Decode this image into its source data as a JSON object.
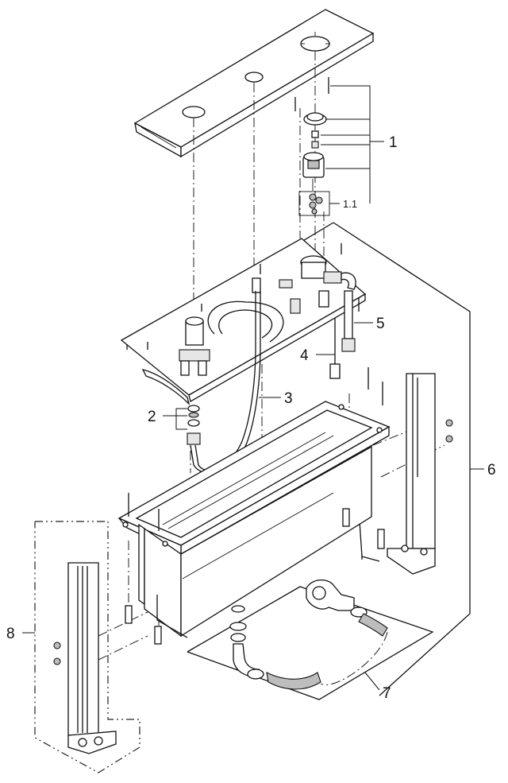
{
  "callouts": {
    "c1": "1",
    "c1_1": "1.1",
    "c2": "2",
    "c3": "3",
    "c4": "4",
    "c5": "5",
    "c6": "6",
    "c7": "7",
    "c8": "8"
  }
}
